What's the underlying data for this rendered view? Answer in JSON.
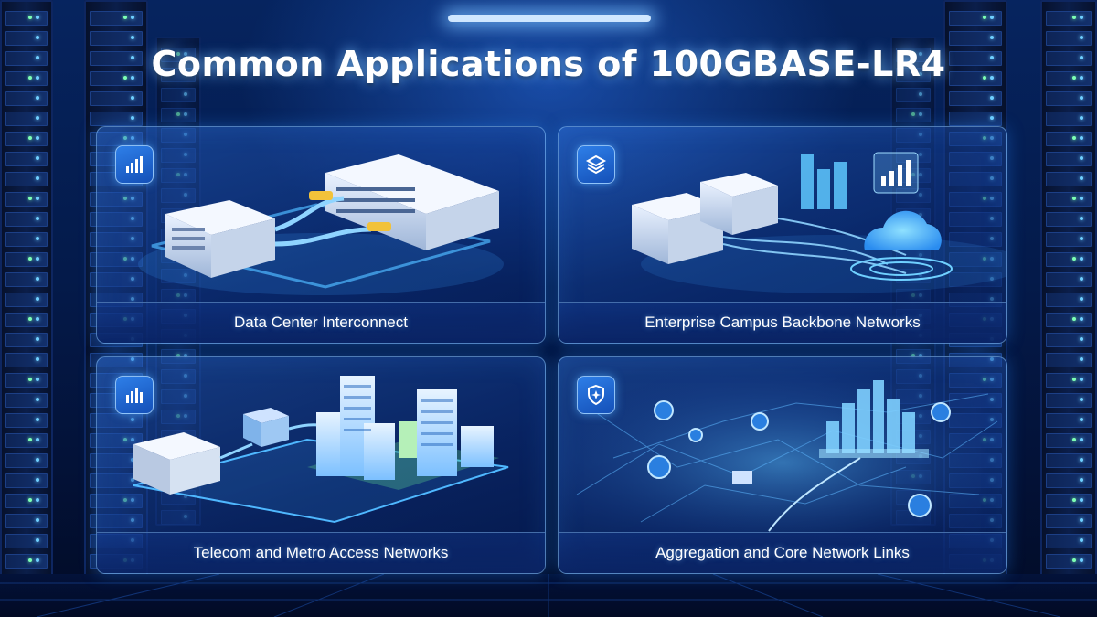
{
  "page": {
    "title": "Common Applications of 100GBASE-LR4"
  },
  "cards": [
    {
      "label": "Data Center Interconnect",
      "icon": "bar-chart-icon"
    },
    {
      "label": "Enterprise Campus Backbone Networks",
      "icon": "layers-icon"
    },
    {
      "label": "Telecom and Metro Access Networks",
      "icon": "bar-chart-icon"
    },
    {
      "label": "Aggregation and Core Network Links",
      "icon": "shield-icon"
    }
  ],
  "colors": {
    "accent": "#2e7fe8",
    "glow": "#6fd0ff",
    "background": "#041a4a"
  }
}
